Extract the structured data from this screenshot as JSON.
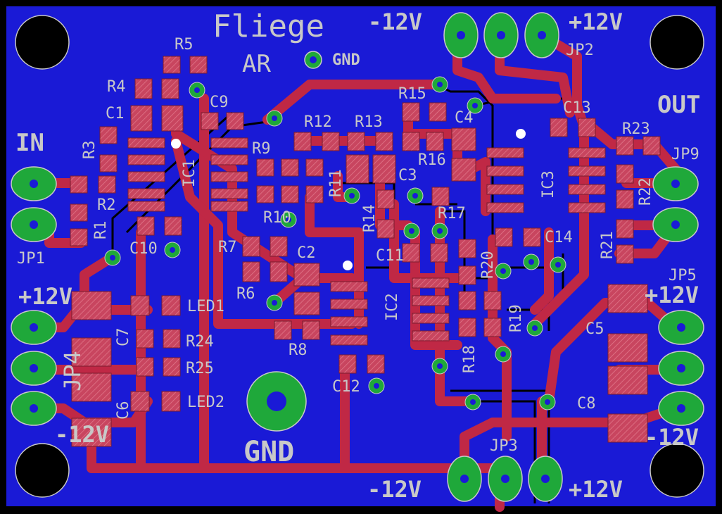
{
  "board": {
    "title": "Fliege",
    "subtitle": "AR",
    "gnd_pad_label": "GND",
    "gnd_big_label": "GND",
    "in_label": "IN",
    "out_label": "OUT"
  },
  "rail_labels": {
    "top_minus": "-12V",
    "top_plus": "+12V",
    "left_plus": "+12V",
    "left_minus": "-12V",
    "right_plus": "+12V",
    "right_minus": "-12V",
    "bottom_minus": "-12V",
    "bottom_plus": "+12V"
  },
  "components": {
    "R1": "R1",
    "R2": "R2",
    "R3": "R3",
    "R4": "R4",
    "R5": "R5",
    "R6": "R6",
    "R7": "R7",
    "R8": "R8",
    "R9": "R9",
    "R10": "R10",
    "R11": "R11",
    "R12": "R12",
    "R13": "R13",
    "R14": "R14",
    "R15": "R15",
    "R16": "R16",
    "R17": "R17",
    "R18": "R18",
    "R19": "R19",
    "R20": "R20",
    "R21": "R21",
    "R22": "R22",
    "R23": "R23",
    "R24": "R24",
    "R25": "R25",
    "C1": "C1",
    "C2": "C2",
    "C3": "C3",
    "C4": "C4",
    "C5": "C5",
    "C6": "C6",
    "C7": "C7",
    "C8": "C8",
    "C9": "C9",
    "C10": "C10",
    "C11": "C11",
    "C12": "C12",
    "C13": "C13",
    "C14": "C14",
    "IC1": "IC1",
    "IC2": "IC2",
    "IC3": "IC3",
    "LED1": "LED1",
    "LED2": "LED2",
    "JP1": "JP1",
    "JP2": "JP2",
    "JP3": "JP3",
    "JP4": "JP4",
    "JP5": "JP5",
    "JP9": "JP9"
  },
  "colors": {
    "board": "#1a1ad6",
    "trace": "#c02845",
    "pad_green": "#1fa83a",
    "silk": "#c8c8c8",
    "bottom_trace": "#000000"
  }
}
